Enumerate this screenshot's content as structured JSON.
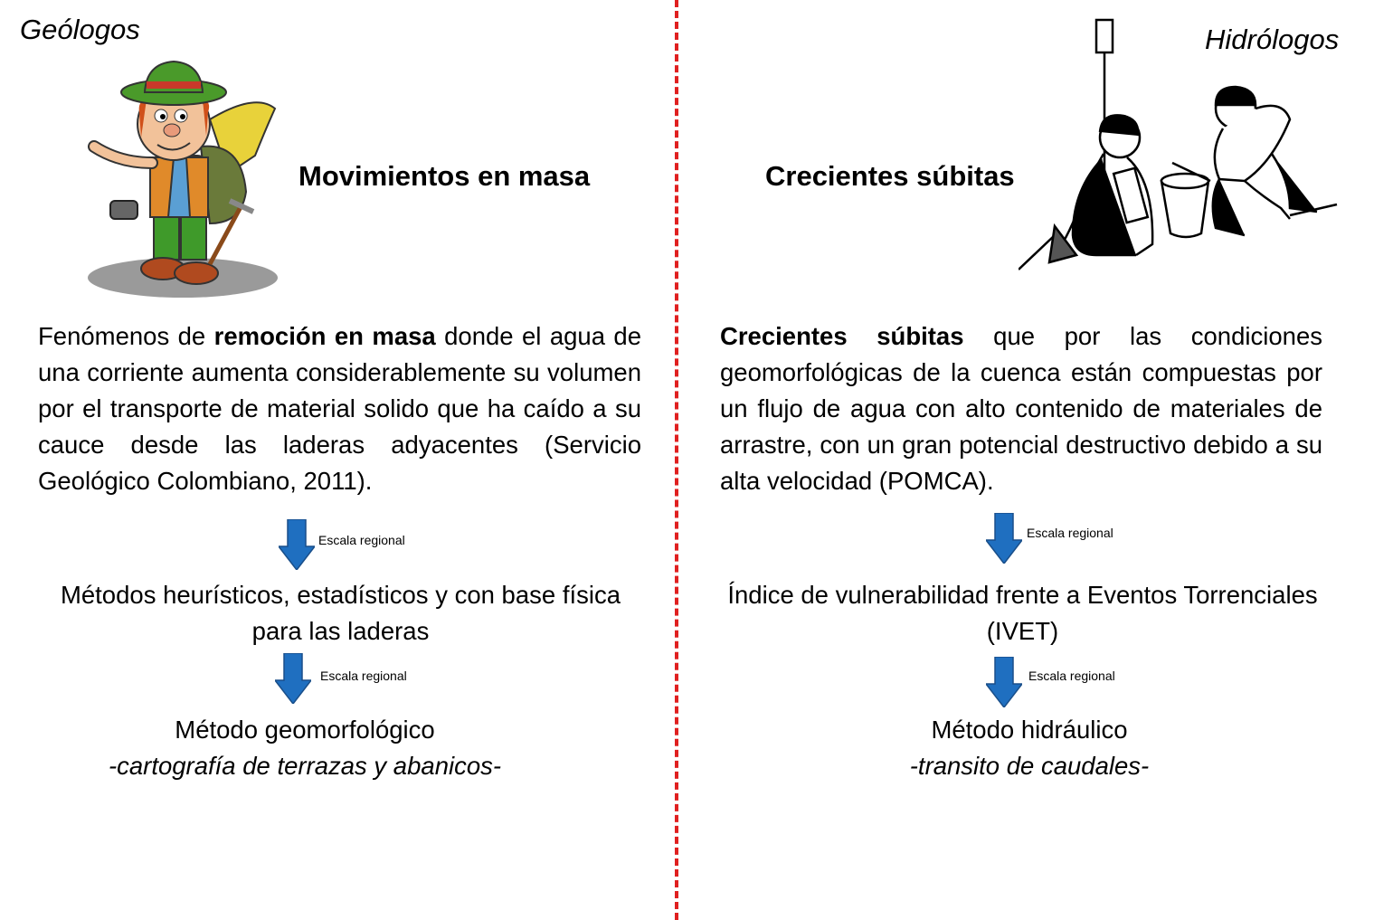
{
  "left": {
    "role": "Geólogos",
    "heading": "Movimientos en masa",
    "description": {
      "pre": "Fenómenos de ",
      "bold": "remoción en masa",
      "post": " donde el agua de una corriente aumenta considerablemente su volumen por el transporte de material solido que ha caído a su cauce desde las laderas adyacentes (Servicio Geológico Colombiano, 2011)."
    },
    "arrow1_label": "Escala regional",
    "methods1": "Métodos heurísticos, estadísticos y con base física para las laderas",
    "arrow2_label": "Escala regional",
    "method2_title": "Método geomorfológico",
    "method2_subtitle": "-cartografía de terrazas y abanicos-"
  },
  "right": {
    "role": "Hidrólogos",
    "heading": "Crecientes súbitas",
    "description": {
      "bold": "Crecientes súbitas",
      "post": " que por las condiciones geomorfológicas de la cuenca están compuestas por un flujo de agua con alto contenido de materiales de arrastre, con un gran potencial destructivo debido a su alta velocidad (POMCA)."
    },
    "arrow1_label": "Escala regional",
    "methods1": "Índice de vulnerabilidad frente a Eventos Torrenciales (IVET)",
    "arrow2_label": "Escala regional",
    "method2_title": "Método hidráulico",
    "method2_subtitle": "-transito de caudales-"
  },
  "colors": {
    "divider": "#e02020",
    "arrow": "#1f6fc0",
    "arrow_edge": "#1a4f8a"
  },
  "icons": {
    "left_illustration": "geologist-cartoon-icon",
    "right_illustration": "hydrologists-measuring-icon"
  }
}
